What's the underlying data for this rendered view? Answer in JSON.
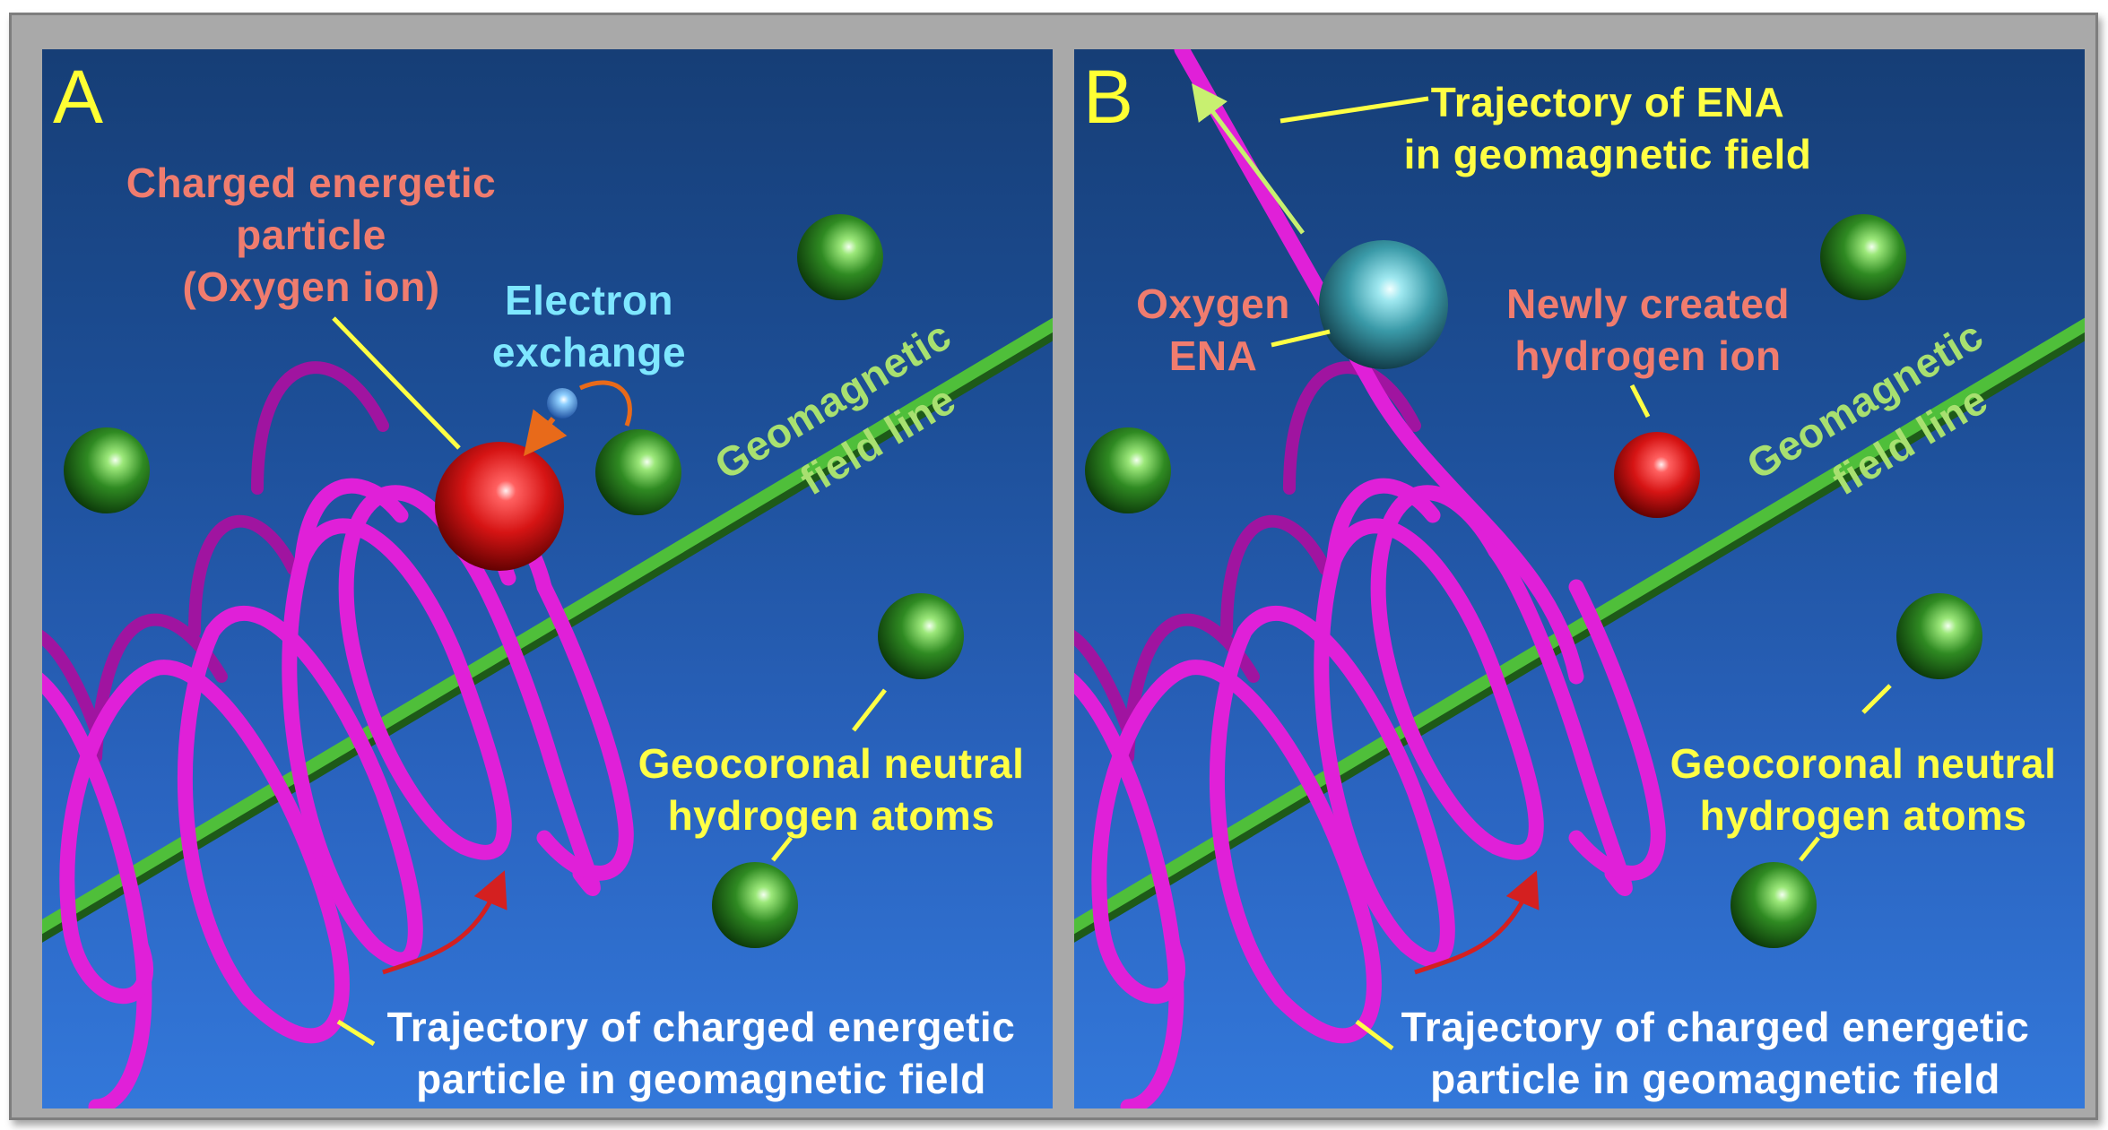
{
  "colors": {
    "panel_letter": "#ffff33",
    "salmon_label": "#f07c6e",
    "cyan_label": "#7ee7ff",
    "green_label": "#a8e070",
    "yellow_label": "#ffff44",
    "white_label": "#ffffff",
    "helix": "#e020d8",
    "field_line": "#3ea03a",
    "arrow_red": "#d42020",
    "arrow_orange": "#e86a1a",
    "arrow_lime": "#c8f070"
  },
  "panel_a": {
    "letter": "A",
    "charged_particle": [
      "Charged energetic",
      "particle",
      "(Oxygen ion)"
    ],
    "electron_exchange": [
      "Electron",
      "exchange"
    ],
    "field_line": [
      "Geomagnetic",
      "field  line"
    ],
    "neutral_atoms": [
      "Geocoronal neutral",
      "hydrogen atoms"
    ],
    "trajectory": [
      "Trajectory of charged energetic",
      "particle in geomagnetic field"
    ]
  },
  "panel_b": {
    "letter": "B",
    "ena_trajectory": [
      "Trajectory of ENA",
      "in geomagnetic field"
    ],
    "oxygen_ena": [
      "Oxygen",
      "ENA"
    ],
    "new_ion": [
      "Newly created",
      "hydrogen ion"
    ],
    "field_line": [
      "Geomagnetic",
      "field  line"
    ],
    "neutral_atoms": [
      "Geocoronal neutral",
      "hydrogen atoms"
    ],
    "trajectory": [
      "Trajectory of charged energetic",
      "particle in geomagnetic field"
    ]
  }
}
